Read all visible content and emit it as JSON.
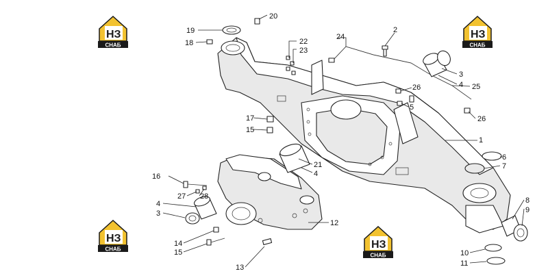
{
  "logos": [
    {
      "mark": "НЗ",
      "caption": "СНАБ"
    },
    {
      "mark": "НЗ",
      "caption": "СНАБ"
    },
    {
      "mark": "НЗ",
      "caption": "СНАБ"
    },
    {
      "mark": "НЗ",
      "caption": "СНАБ"
    }
  ],
  "callouts": [
    "20",
    "19",
    "18",
    "22",
    "23",
    "24",
    "2",
    "3",
    "4",
    "25",
    "26",
    "5",
    "26",
    "17",
    "15",
    "1",
    "6",
    "7",
    "16",
    "21",
    "4",
    "27",
    "28",
    "4",
    "3",
    "12",
    "8",
    "9",
    "14",
    "15",
    "13",
    "10",
    "11"
  ],
  "colors": {
    "logo_yellow": "#f2c230",
    "logo_dark": "#1a1a1a",
    "line": "#222222"
  }
}
